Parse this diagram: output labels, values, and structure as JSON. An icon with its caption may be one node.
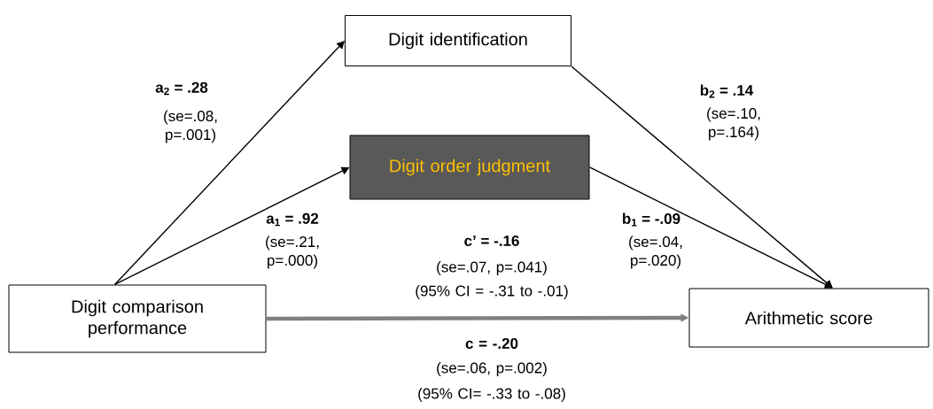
{
  "diagram": {
    "nodes": [
      {
        "text": [
          "Digit identification"
        ]
      },
      {
        "text": [
          "Digit order judgment"
        ]
      },
      {
        "text": [
          "Digit comparison performance"
        ]
      },
      {
        "text": [
          "Arithmetic score"
        ]
      }
    ],
    "edges": [
      {
        "from": 2,
        "to": 0,
        "arrow": "to",
        "label": "a$_{2}$ = .28"
      },
      {
        "from": 2,
        "to": 1,
        "arrow": "to",
        "label": "a$_{1}$ = .92"
      },
      {
        "from": 0,
        "to": 3,
        "arrow": "to",
        "label": "b$_{2}$ = .14"
      },
      {
        "from": 1,
        "to": 3,
        "arrow": "to",
        "label": "b$_{1}$ = -.09"
      },
      {
        "from": 2,
        "to": 3,
        "arrow": "to",
        "label": "c’ = -.16",
        "style": "thick",
        "color": "#808080"
      }
    ],
    "labels": [
      "(se=.08, p=.001)",
      "(se=.21, p=.000)",
      "(se=.10, p=.164)",
      "(se=.04, p=.020)",
      "(se=.07, p=.041)",
      "(95% CI = -.31 to -.01)",
      "c = -.20",
      "(se=.06, p=.002)",
      "(95% CI= -.33 to -.08)"
    ]
  }
}
